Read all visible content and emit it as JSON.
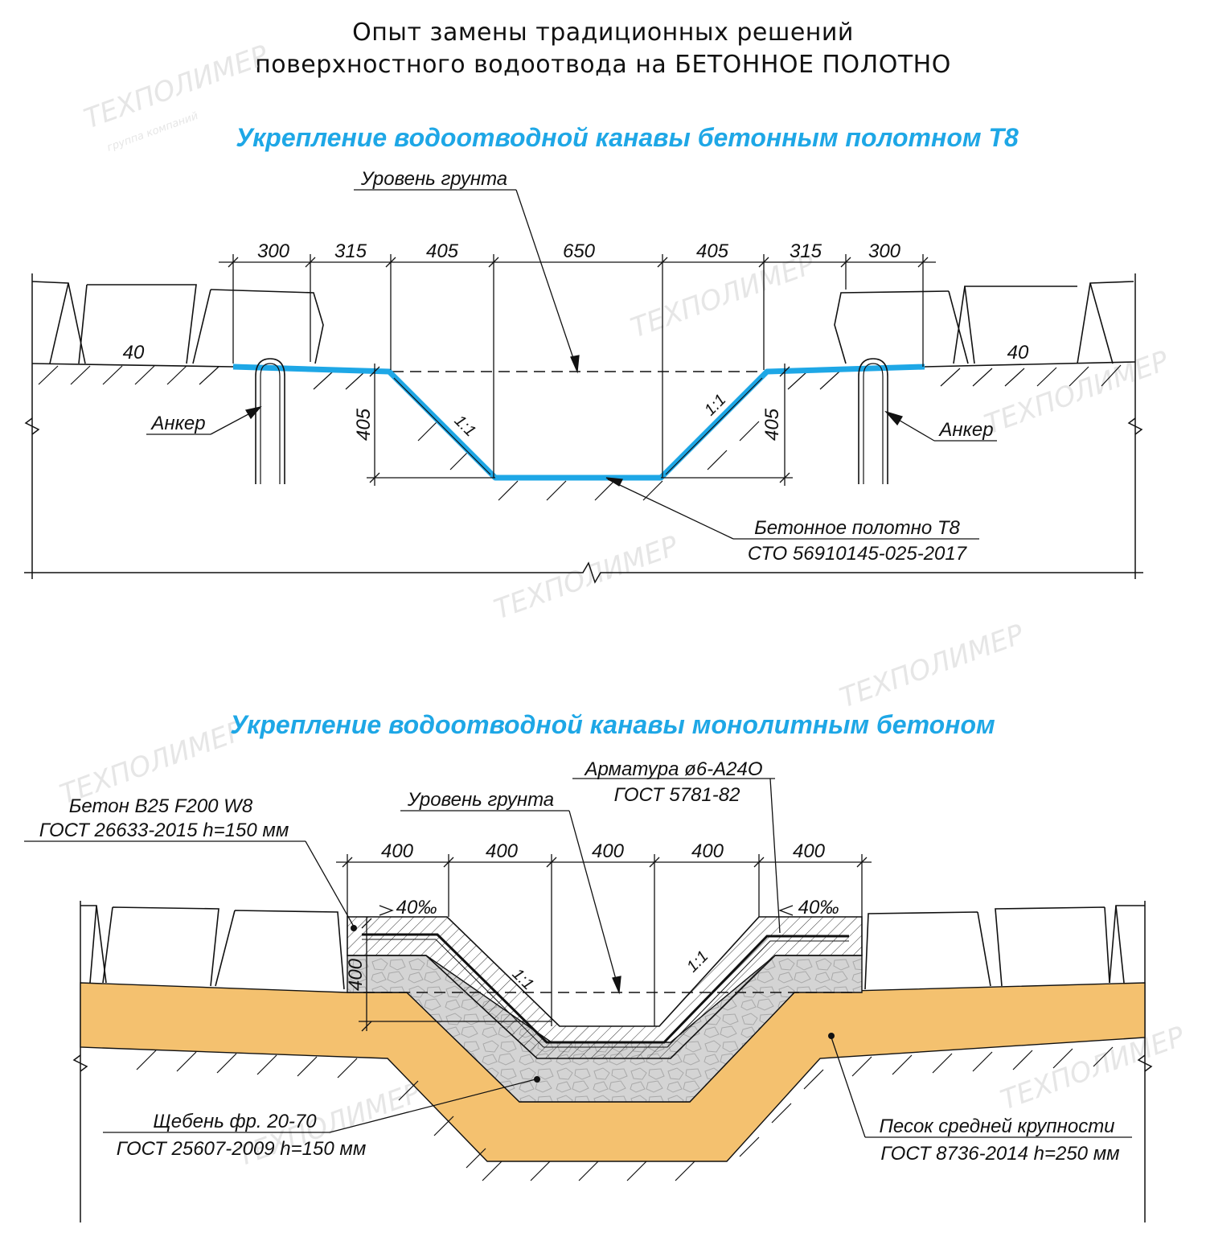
{
  "title": {
    "line1": "Опыт замены традиционных решений",
    "line2": "поверхностного водоотвода на БЕТОННОЕ ПОЛОТНО"
  },
  "colors": {
    "accent": "#1ea7e6",
    "sand": "#f4c16f",
    "gravel": "#d4d4d4",
    "line": "#111111"
  },
  "section1": {
    "heading": "Укрепление водоотводной канавы бетонным полотном Т8",
    "ground_level": "Уровень грунта",
    "dims_top": [
      "300",
      "315",
      "405",
      "650",
      "405",
      "315",
      "300"
    ],
    "depth_left": "405",
    "depth_right": "405",
    "slope_left": "1:1",
    "slope_right": "1:1",
    "thickness_left": "40",
    "thickness_right": "40",
    "anchor_left": "Анкер",
    "anchor_right": "Анкер",
    "material_line1": "Бетонное полотно Т8",
    "material_line2": "СТО 56910145-025-2017"
  },
  "section2": {
    "heading": "Укрепление водоотводной канавы монолитным бетоном",
    "rebar_line1": "Арматура ø6-А24О",
    "rebar_line2": "ГОСТ 5781-82",
    "concrete_line1": "Бетон В25 F200 W8",
    "concrete_line2": "ГОСТ 26633-2015 h=150 мм",
    "ground_level": "Уровень грунта",
    "dims_top": [
      "400",
      "400",
      "400",
      "400",
      "400"
    ],
    "slope_pct_left": "40‰",
    "slope_pct_right": "40‰",
    "depth": "400",
    "slope_left": "1:1",
    "slope_right": "1:1",
    "gravel_line1": "Щебень фр. 20-70",
    "gravel_line2": "ГОСТ 25607-2009 h=150 мм",
    "sand_line1": "Песок средней крупности",
    "sand_line2": "ГОСТ 8736-2014 h=250 мм"
  },
  "watermark": {
    "brand": "ТЕХПОЛИМЕР",
    "sub": "группа компаний"
  }
}
